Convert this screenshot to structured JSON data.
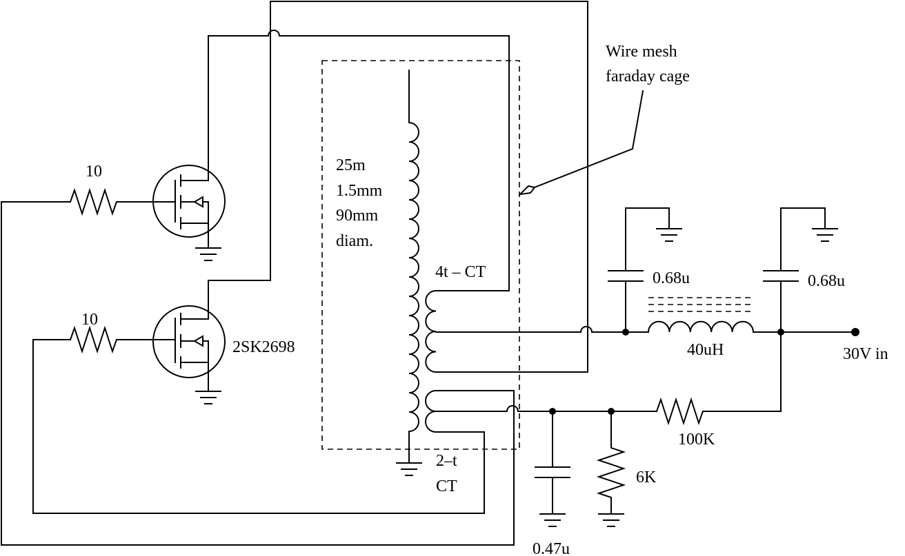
{
  "labels": {
    "cage_line1": "Wire mesh",
    "cage_line2": "faraday cage",
    "coil_length": "25m",
    "coil_wire": "1.5mm",
    "coil_diam": "90mm",
    "coil_diam_abbr": "diam.",
    "primary": "4t – CT",
    "feedback_line1": "2–t",
    "feedback_line2": "CT",
    "gate_res_top": "10",
    "gate_res_bottom": "10",
    "mosfet": "2SK2698",
    "cap_left": "0.68u",
    "cap_right": "0.68u",
    "inductor": "40uH",
    "supply": "30V in",
    "res_series": "100K",
    "res_shunt": "6K",
    "cap_feedback": "0.47u"
  }
}
